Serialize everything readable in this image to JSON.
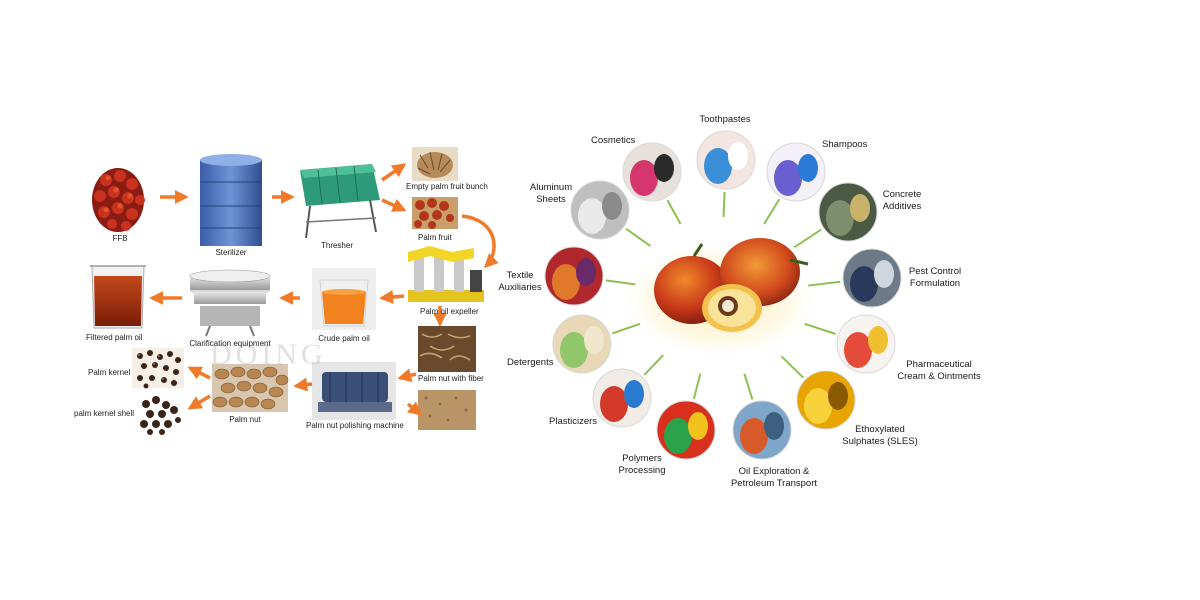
{
  "process": {
    "steps": {
      "ffb": "FFB",
      "sterilizer": "Sterilizer",
      "thresher": "Thresher",
      "empty_bunch": "Empty palm fruit  bunch",
      "palm_fruit": "Palm fruit",
      "expeller": "Palm oil expeller",
      "crude_oil": "Crude palm oil",
      "clarification": "Clarification equipment",
      "filtered_oil": "Filtered palm oil",
      "nut_fiber": "Palm nut with fiber",
      "polishing": "Palm nut polishing machine",
      "palm_nut": "Palm nut",
      "kernel": "Palm kernel",
      "kernel_shell": "palm kernel shell"
    },
    "watermark": "DOING",
    "arrow_color": "#f07a2a"
  },
  "applications": {
    "items": [
      {
        "id": "toothpastes",
        "label": "Toothpastes"
      },
      {
        "id": "shampoos",
        "label": "Shampoos"
      },
      {
        "id": "concrete",
        "label": "Concrete\nAdditives"
      },
      {
        "id": "pest",
        "label": "Pest Control\nFormulation"
      },
      {
        "id": "pharma",
        "label": "Pharmaceutical\nCream & Ointments"
      },
      {
        "id": "sles",
        "label": "Ethoxylated\nSulphates (SLES)"
      },
      {
        "id": "oil_expl",
        "label": "Oil Exploration &\nPetroleum Transport"
      },
      {
        "id": "polymers",
        "label": "Polymers\nProcessing"
      },
      {
        "id": "plasticizers",
        "label": "Plasticizers"
      },
      {
        "id": "detergents",
        "label": "Detergents"
      },
      {
        "id": "textile",
        "label": "Textile\nAuxiliaries"
      },
      {
        "id": "aluminum",
        "label": "Aluminum\nSheets"
      },
      {
        "id": "cosmetics",
        "label": "Cosmetics"
      }
    ],
    "line_color": "#8cc152"
  }
}
